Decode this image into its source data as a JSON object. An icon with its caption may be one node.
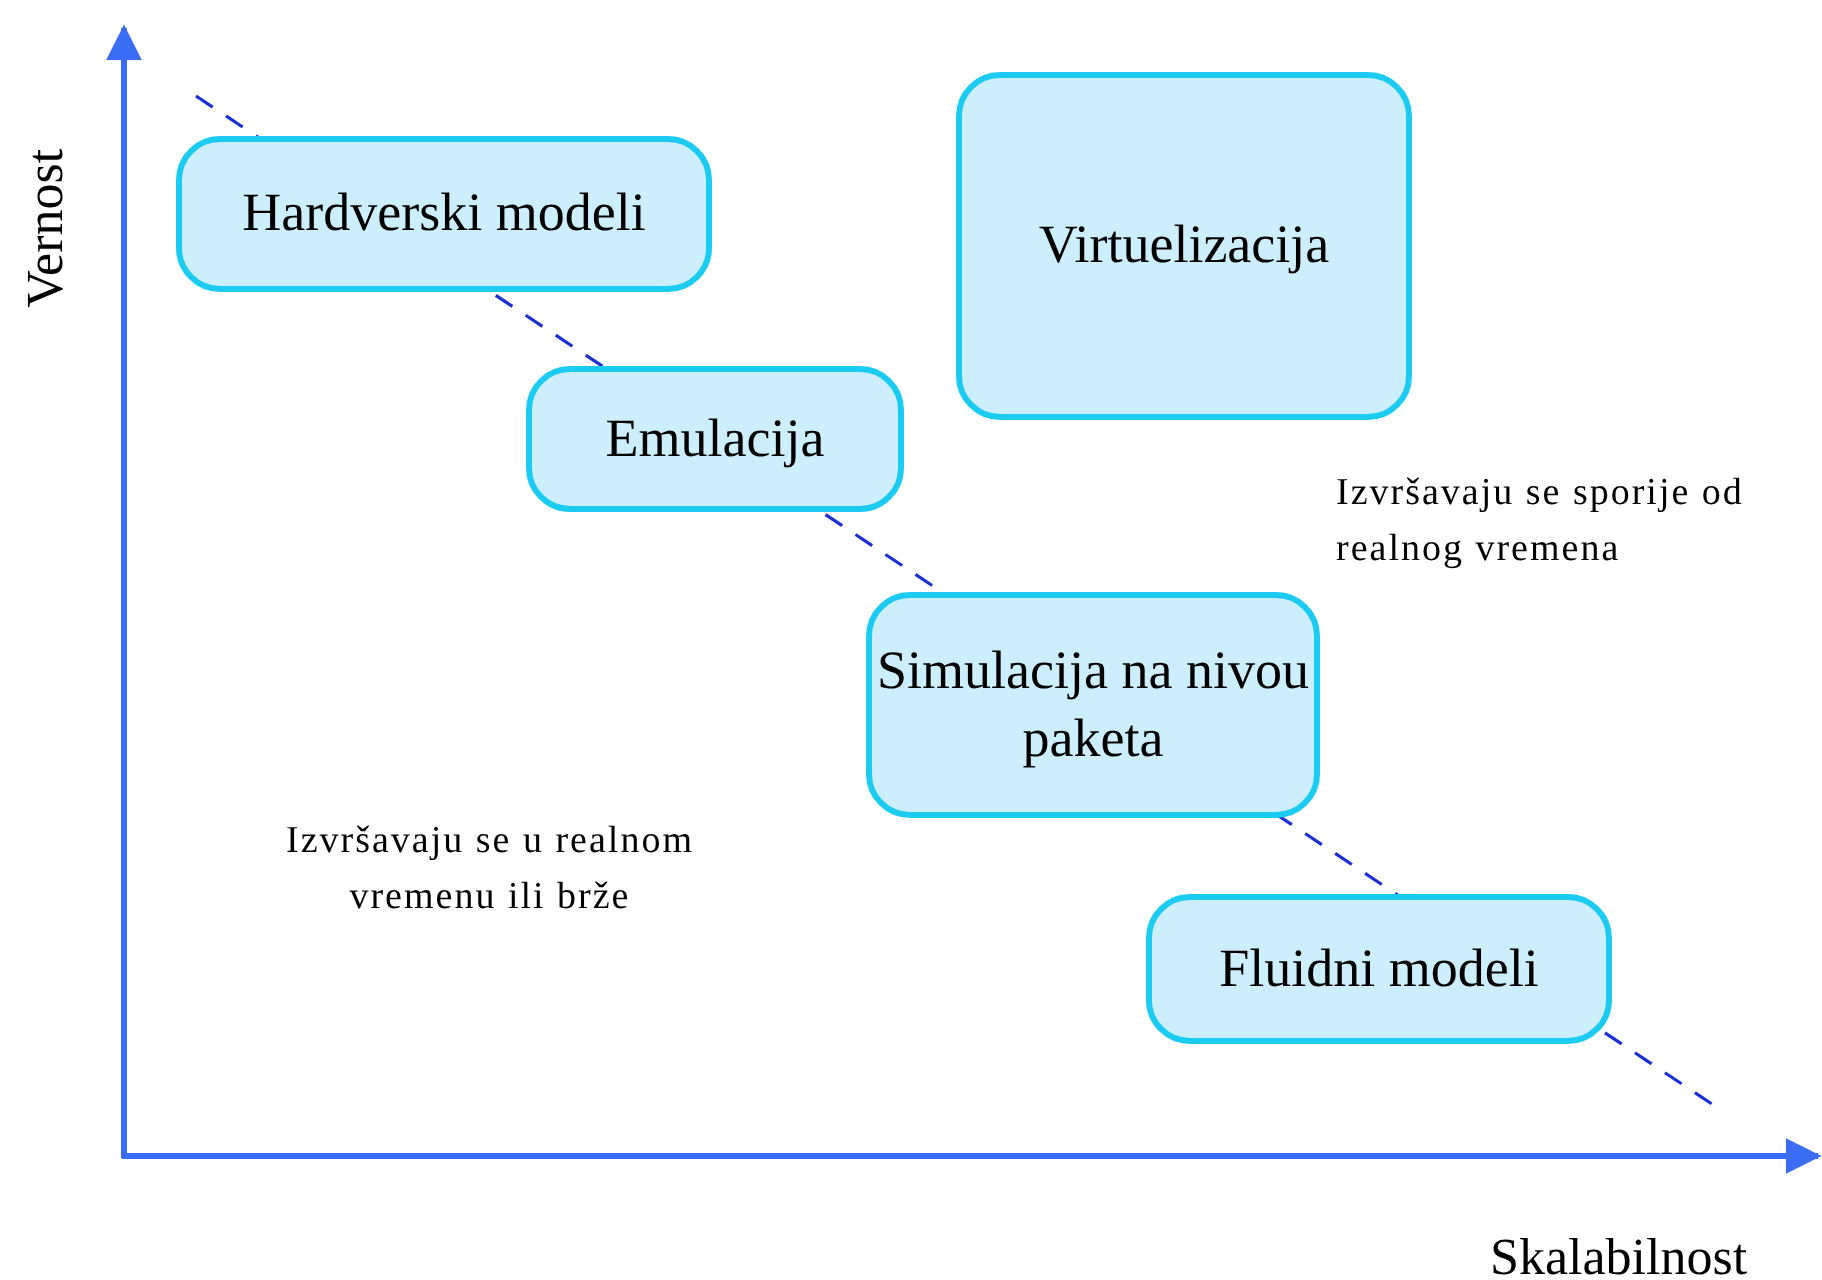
{
  "diagram": {
    "nodes": [
      {
        "text": [
          "Hardverski modeli"
        ]
      },
      {
        "text": [
          "Virtuelizacija"
        ]
      },
      {
        "text": [
          "Emulacija"
        ]
      },
      {
        "text": [
          "Simulacija na nivou paketa"
        ]
      },
      {
        "text": [
          "Fluidni modeli"
        ]
      }
    ],
    "labels": [
      "Vernost",
      "Izvršavaju se sporije od realnog vremena",
      "Izvršavaju se u realnom vremenu ili brže",
      "Skalabilnost"
    ]
  }
}
